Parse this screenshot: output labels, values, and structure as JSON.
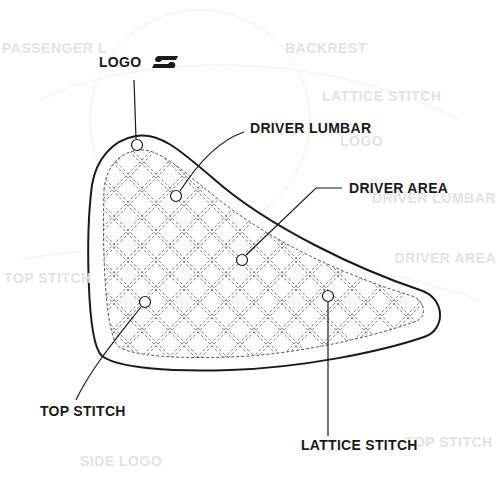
{
  "diagram": {
    "labels": [
      "PASSENGER L",
      "BACKREST",
      "LATTICE STITCH",
      "LOGO",
      "DRIVER LUMBAR",
      "TOP STITCH",
      "DRIVER AREA",
      "SIDE LOGO",
      "TOP STITCH",
      "LOGO",
      "DRIVER LUMBAR",
      "DRIVER AREA",
      "TOP STITCH",
      "LATTICE STITCH"
    ]
  }
}
